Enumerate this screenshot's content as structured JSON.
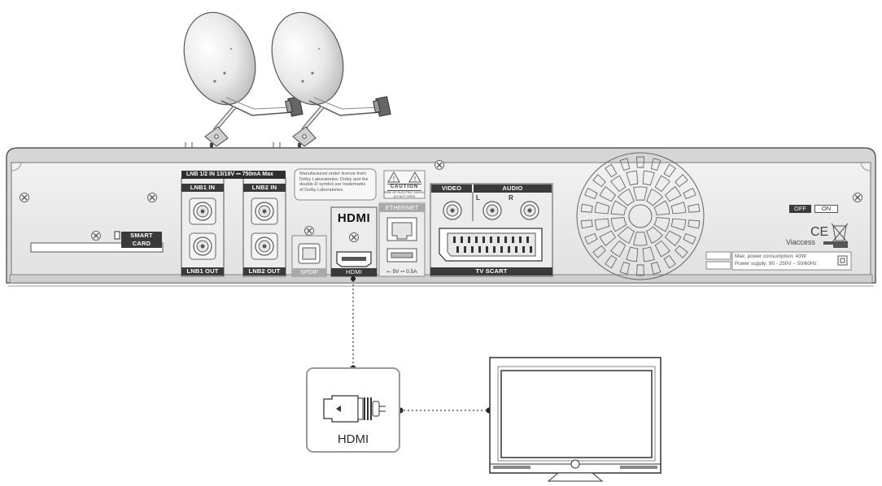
{
  "labels": {
    "lnb_strip": "LNB 1/2 IN 13/18V ⎓ 750mA Max",
    "lnb1_in": "LNB1 IN",
    "lnb1_out": "LNB1 OUT",
    "lnb2_in": "LNB2 IN",
    "lnb2_out": "LNB2 OUT",
    "smart_card": "SMART CARD",
    "spdif": "SPDIF",
    "hdmi_logo": "HDMI",
    "hdmi_port": "HDMI",
    "ethernet": "ETHERNET",
    "usb": "5V ⎓ 0.5A",
    "video": "VIDEO",
    "audio": "AUDIO",
    "audio_l": "L",
    "audio_r": "R",
    "tv_scart": "TV SCART",
    "power_off": "OFF",
    "power_on": "ON",
    "ce_mark": "CE",
    "viaccess": "Viaccess",
    "max_power": "Max. power consumption: 43W",
    "power_supply": "Power supply: 90 - 250V ~ 50/60Hz",
    "hdmi_cable": "HDMI"
  },
  "dolby_note": [
    "Manufactured under license from",
    "Dolby Laboratories. Dolby and the",
    "double-D symbol are trademarks",
    "of Dolby Laboratories."
  ],
  "caution": {
    "title": "CAUTION",
    "line1": "RISK OF ELECTRIC SHOCK",
    "line2": "DO NOT OPEN"
  },
  "icons": [
    "satellite-dish-icon",
    "screw-icon",
    "f-connector-icon",
    "rca-jack-icon",
    "scart-port-icon",
    "usb-port-icon",
    "ethernet-port-icon",
    "optical-port-icon",
    "hdmi-plug-icon",
    "fan-vent-icon",
    "weee-bin-icon",
    "class2-square-icon",
    "tv-icon"
  ],
  "colors": {
    "panel": "#e9e9e9",
    "outline": "#555555",
    "label_dark": "#3a3a3a",
    "label_grey": "#a9a9a9"
  }
}
